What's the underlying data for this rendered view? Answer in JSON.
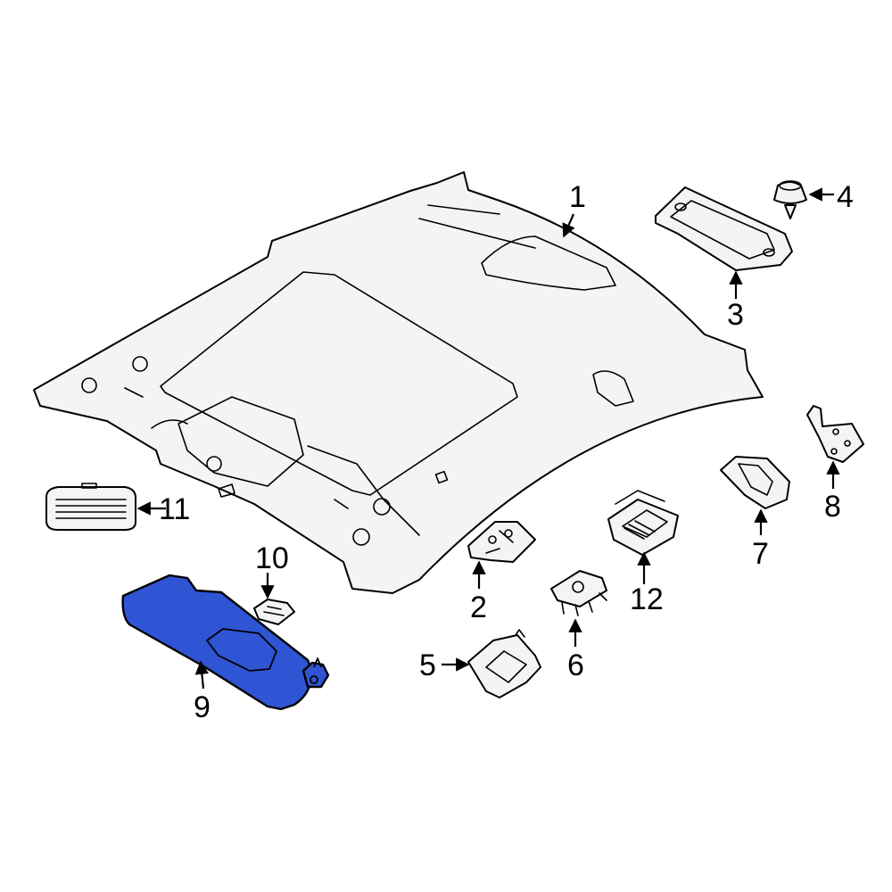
{
  "callouts": {
    "c1": "1",
    "c2": "2",
    "c3": "3",
    "c4": "4",
    "c5": "5",
    "c6": "6",
    "c7": "7",
    "c8": "8",
    "c9": "9",
    "c10": "10",
    "c11": "11",
    "c12": "12"
  },
  "highlight_color": "#2f55d4",
  "highlighted_part": "9"
}
